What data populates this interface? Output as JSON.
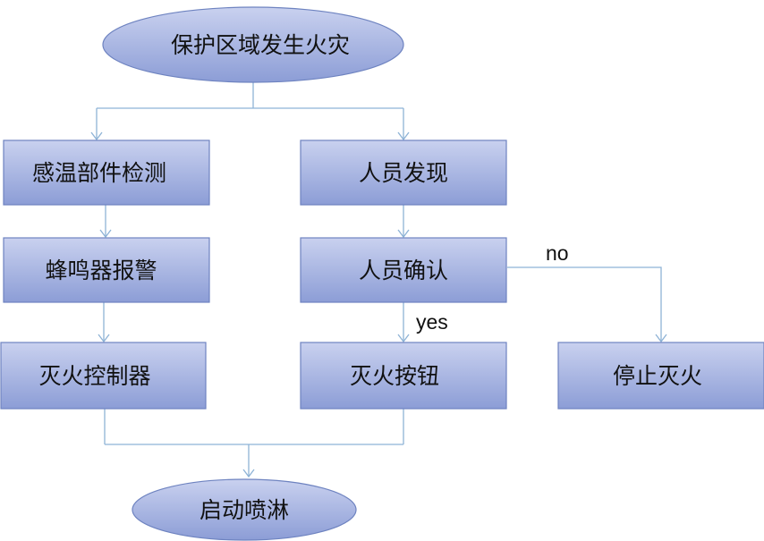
{
  "nodes": {
    "start": "保护区域发生火灾",
    "sensor": "感温部件检测",
    "buzzer": "蜂鸣器报警",
    "controller": "灭火控制器",
    "person_find": "人员发现",
    "person_confirm": "人员确认",
    "button": "灭火按钮",
    "stop": "停止灭火",
    "end": "启动喷淋"
  },
  "labels": {
    "yes": "yes",
    "no": "no"
  },
  "colors": {
    "box_top": "#c7cfee",
    "box_bottom": "#8e9fd7",
    "box_border": "#6e83c0",
    "connector": "#8eb3d6"
  }
}
